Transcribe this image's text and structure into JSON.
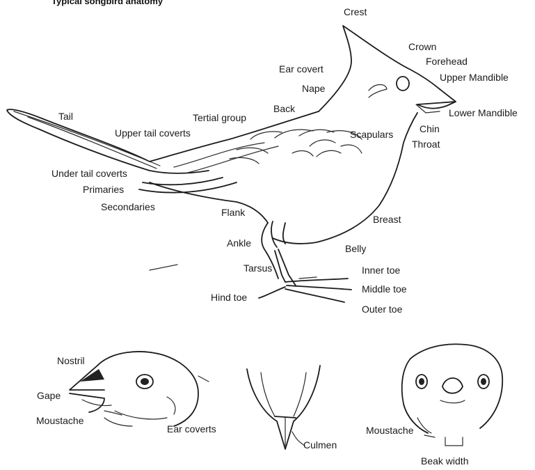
{
  "title": "Typical songbird anatomy",
  "main_bird": {
    "labels": {
      "crest": "Crest",
      "crown": "Crown",
      "forehead": "Forehead",
      "upper_mandible": "Upper Mandible",
      "lower_mandible": "Lower Mandible",
      "ear_covert": "Ear covert",
      "nape": "Nape",
      "back": "Back",
      "tertial_group": "Tertial group",
      "tail": "Tail",
      "upper_tail_coverts": "Upper tail coverts",
      "scapulars": "Scapulars",
      "chin": "Chin",
      "throat": "Throat",
      "under_tail_coverts": "Under tail coverts",
      "primaries": "Primaries",
      "secondaries": "Secondaries",
      "flank": "Flank",
      "breast": "Breast",
      "ankle": "Ankle",
      "belly": "Belly",
      "tarsus": "Tarsus",
      "inner_toe": "Inner toe",
      "middle_toe": "Middle toe",
      "hind_toe": "Hind toe",
      "outer_toe": "Outer toe"
    }
  },
  "head_side": {
    "labels": {
      "nostril": "Nostril",
      "gape": "Gape",
      "moustache": "Moustache",
      "ear_coverts": "Ear coverts"
    }
  },
  "beak_top": {
    "labels": {
      "culmen": "Culmen"
    }
  },
  "head_front": {
    "labels": {
      "moustache": "Moustache",
      "beak_width": "Beak width"
    }
  }
}
